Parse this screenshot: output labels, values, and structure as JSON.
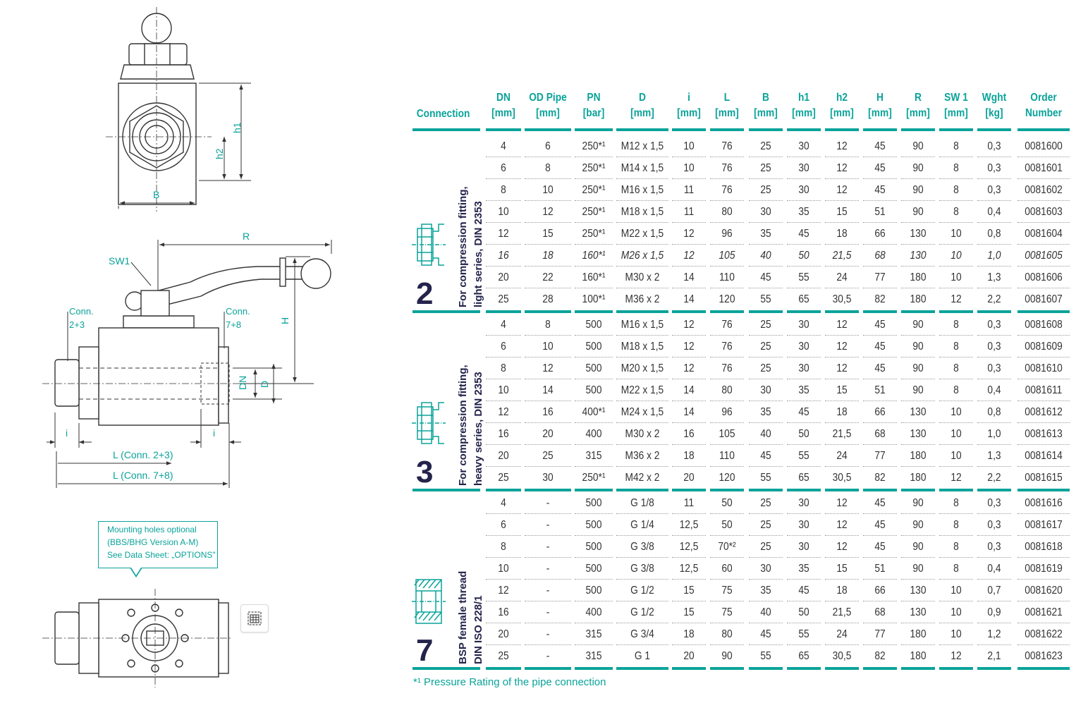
{
  "drawing_labels": {
    "h1": "h1",
    "h2": "h2",
    "B": "B",
    "R": "R",
    "SW1": "SW1",
    "conn_left": [
      "Conn.",
      "2+3"
    ],
    "conn_right": [
      "Conn.",
      "7+8"
    ],
    "H": "H",
    "DN": "DN",
    "D": "D",
    "i_left": "i",
    "i_right": "i",
    "L_conn23": "L (Conn. 2+3)",
    "L_conn78": "L (Conn. 7+8)"
  },
  "callout": {
    "lines": [
      "Mounting holes optional",
      "(BBS/BHG Version A-M)",
      "See Data Sheet: „OPTIONS\""
    ]
  },
  "widget": {
    "icon": "table-grid-icon"
  },
  "table": {
    "connection_header": "Connection",
    "columns": [
      {
        "l1": "DN",
        "l2": "[mm]"
      },
      {
        "l1": "OD Pipe",
        "l2": "[mm]"
      },
      {
        "l1": "PN",
        "l2": "[bar]"
      },
      {
        "l1": "D",
        "l2": "[mm]"
      },
      {
        "l1": "i",
        "l2": "[mm]"
      },
      {
        "l1": "L",
        "l2": "[mm]"
      },
      {
        "l1": "B",
        "l2": "[mm]"
      },
      {
        "l1": "h1",
        "l2": "[mm]"
      },
      {
        "l1": "h2",
        "l2": "[mm]"
      },
      {
        "l1": "H",
        "l2": "[mm]"
      },
      {
        "l1": "R",
        "l2": "[mm]"
      },
      {
        "l1": "SW 1",
        "l2": "[mm]"
      },
      {
        "l1": "Wght",
        "l2": "[kg]"
      },
      {
        "l1": "Order",
        "l2": "Number"
      }
    ],
    "sections": [
      {
        "number": "2",
        "title": [
          "For compression fitting,",
          "light series, DIN 2353"
        ],
        "icon": "compression-fitting-icon",
        "rows": [
          [
            "4",
            "6",
            "250*¹",
            "M12 x 1,5",
            "10",
            "76",
            "25",
            "30",
            "12",
            "45",
            "90",
            "8",
            "0,3",
            "0081600"
          ],
          [
            "6",
            "8",
            "250*¹",
            "M14 x 1,5",
            "10",
            "76",
            "25",
            "30",
            "12",
            "45",
            "90",
            "8",
            "0,3",
            "0081601"
          ],
          [
            "8",
            "10",
            "250*¹",
            "M16 x 1,5",
            "11",
            "76",
            "25",
            "30",
            "12",
            "45",
            "90",
            "8",
            "0,3",
            "0081602"
          ],
          [
            "10",
            "12",
            "250*¹",
            "M18 x 1,5",
            "11",
            "80",
            "30",
            "35",
            "15",
            "51",
            "90",
            "8",
            "0,4",
            "0081603"
          ],
          [
            "12",
            "15",
            "250*¹",
            "M22 x 1,5",
            "12",
            "96",
            "35",
            "45",
            "18",
            "66",
            "130",
            "10",
            "0,8",
            "0081604"
          ],
          [
            "16",
            "18",
            "160*¹",
            "M26 x 1,5",
            "12",
            "105",
            "40",
            "50",
            "21,5",
            "68",
            "130",
            "10",
            "1,0",
            "0081605"
          ],
          [
            "20",
            "22",
            "160*¹",
            "M30 x 2",
            "14",
            "110",
            "45",
            "55",
            "24",
            "77",
            "180",
            "10",
            "1,3",
            "0081606"
          ],
          [
            "25",
            "28",
            "100*¹",
            "M36 x 2",
            "14",
            "120",
            "55",
            "65",
            "30,5",
            "82",
            "180",
            "12",
            "2,2",
            "0081607"
          ]
        ]
      },
      {
        "number": "3",
        "title": [
          "For compression fitting,",
          "heavy series, DIN 2353"
        ],
        "icon": "compression-fitting-icon",
        "rows": [
          [
            "4",
            "8",
            "500",
            "M16 x 1,5",
            "12",
            "76",
            "25",
            "30",
            "12",
            "45",
            "90",
            "8",
            "0,3",
            "0081608"
          ],
          [
            "6",
            "10",
            "500",
            "M18 x 1,5",
            "12",
            "76",
            "25",
            "30",
            "12",
            "45",
            "90",
            "8",
            "0,3",
            "0081609"
          ],
          [
            "8",
            "12",
            "500",
            "M20 x 1,5",
            "12",
            "76",
            "25",
            "30",
            "12",
            "45",
            "90",
            "8",
            "0,3",
            "0081610"
          ],
          [
            "10",
            "14",
            "500",
            "M22 x 1,5",
            "14",
            "80",
            "30",
            "35",
            "15",
            "51",
            "90",
            "8",
            "0,4",
            "0081611"
          ],
          [
            "12",
            "16",
            "400*¹",
            "M24 x 1,5",
            "14",
            "96",
            "35",
            "45",
            "18",
            "66",
            "130",
            "10",
            "0,8",
            "0081612"
          ],
          [
            "16",
            "20",
            "400",
            "M30 x 2",
            "16",
            "105",
            "40",
            "50",
            "21,5",
            "68",
            "130",
            "10",
            "1,0",
            "0081613"
          ],
          [
            "20",
            "25",
            "315",
            "M36 x 2",
            "18",
            "110",
            "45",
            "55",
            "24",
            "77",
            "180",
            "10",
            "1,3",
            "0081614"
          ],
          [
            "25",
            "30",
            "250*¹",
            "M42 x 2",
            "20",
            "120",
            "55",
            "65",
            "30,5",
            "82",
            "180",
            "12",
            "2,2",
            "0081615"
          ]
        ]
      },
      {
        "number": "7",
        "title": [
          "BSP female thread",
          "DIN ISO 228/1"
        ],
        "icon": "bsp-thread-icon",
        "rows": [
          [
            "4",
            "-",
            "500",
            "G 1/8",
            "11",
            "50",
            "25",
            "30",
            "12",
            "45",
            "90",
            "8",
            "0,3",
            "0081616"
          ],
          [
            "6",
            "-",
            "500",
            "G 1/4",
            "12,5",
            "50",
            "25",
            "30",
            "12",
            "45",
            "90",
            "8",
            "0,3",
            "0081617"
          ],
          [
            "8",
            "-",
            "500",
            "G 3/8",
            "12,5",
            "70*²",
            "25",
            "30",
            "12",
            "45",
            "90",
            "8",
            "0,3",
            "0081618"
          ],
          [
            "10",
            "-",
            "500",
            "G 3/8",
            "12,5",
            "60",
            "30",
            "35",
            "15",
            "51",
            "90",
            "8",
            "0,4",
            "0081619"
          ],
          [
            "12",
            "-",
            "500",
            "G 1/2",
            "15",
            "75",
            "35",
            "45",
            "18",
            "66",
            "130",
            "10",
            "0,7",
            "0081620"
          ],
          [
            "16",
            "-",
            "400",
            "G 1/2",
            "15",
            "75",
            "40",
            "50",
            "21,5",
            "68",
            "130",
            "10",
            "0,9",
            "0081621"
          ],
          [
            "20",
            "-",
            "315",
            "G 3/4",
            "18",
            "80",
            "45",
            "55",
            "24",
            "77",
            "180",
            "10",
            "1,2",
            "0081622"
          ],
          [
            "25",
            "-",
            "315",
            "G 1",
            "20",
            "90",
            "55",
            "65",
            "30,5",
            "82",
            "180",
            "12",
            "2,1",
            "0081623"
          ]
        ]
      }
    ]
  },
  "footnote": "*¹ Pressure Rating of the pipe connection"
}
